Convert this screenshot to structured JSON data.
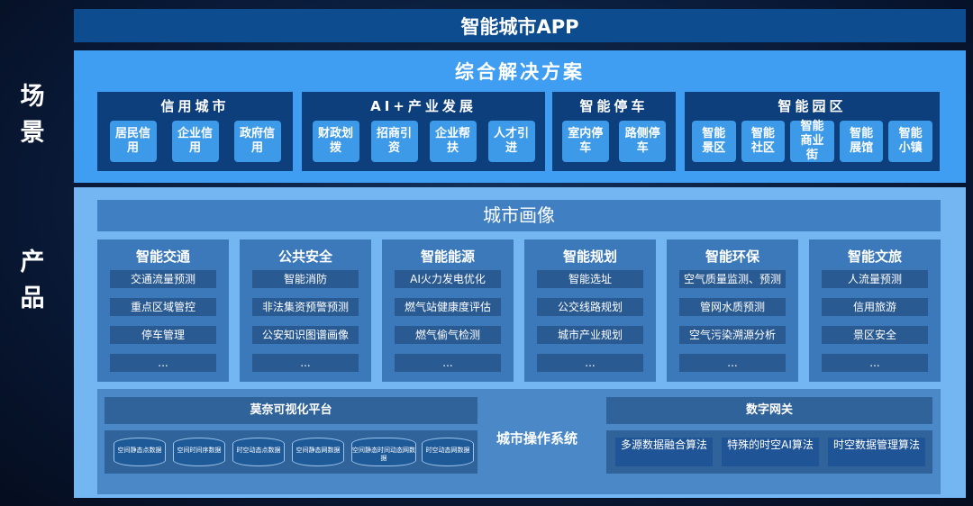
{
  "side_labels": {
    "scene": "场景",
    "product": "产品"
  },
  "app_title": "智能城市APP",
  "scene": {
    "title": "综合解决方案",
    "groups": [
      {
        "title": "信用城市",
        "items": [
          "居民信用",
          "企业信用",
          "政府信用"
        ]
      },
      {
        "title": "AI+产业发展",
        "items": [
          "财政划拨",
          "招商引资",
          "企业帮扶",
          "人才引进"
        ]
      },
      {
        "title": "智能停车",
        "items": [
          "室内停车",
          "路侧停车"
        ]
      },
      {
        "title": "智能园区",
        "items": [
          "智能景区",
          "智能社区",
          "智能商业街",
          "智能展馆",
          "智能小镇"
        ]
      }
    ]
  },
  "product": {
    "portrait_title": "城市画像",
    "cards": [
      {
        "title": "智能交通",
        "items": [
          "交通流量预测",
          "重点区域管控",
          "停车管理",
          "..."
        ]
      },
      {
        "title": "公共安全",
        "items": [
          "智能消防",
          "非法集资预警预测",
          "公安知识图谱画像",
          "..."
        ]
      },
      {
        "title": "智能能源",
        "items": [
          "AI火力发电优化",
          "燃气站健康度评估",
          "燃气偷气检测",
          "..."
        ]
      },
      {
        "title": "智能规划",
        "items": [
          "智能选址",
          "公交线路规划",
          "城市产业规划",
          "..."
        ]
      },
      {
        "title": "智能环保",
        "items": [
          "空气质量监测、预测",
          "管网水质预测",
          "空气污染溯源分析",
          "..."
        ]
      },
      {
        "title": "智能文旅",
        "items": [
          "人流量预测",
          "信用旅游",
          "景区安全",
          "..."
        ]
      }
    ],
    "os": {
      "title": "城市操作系统",
      "platform_title": "莫奈可视化平台",
      "data_stores": [
        "空间静态点数据",
        "空间时间序数据",
        "时空动态点数据",
        "空间静态网数据",
        "空间静态时间动态网数据",
        "时空动态网数据"
      ],
      "gateway_title": "数字网关",
      "algorithms": [
        "多源数据融合算法",
        "特殊的时空AI算法",
        "时空数据管理算法"
      ]
    }
  }
}
